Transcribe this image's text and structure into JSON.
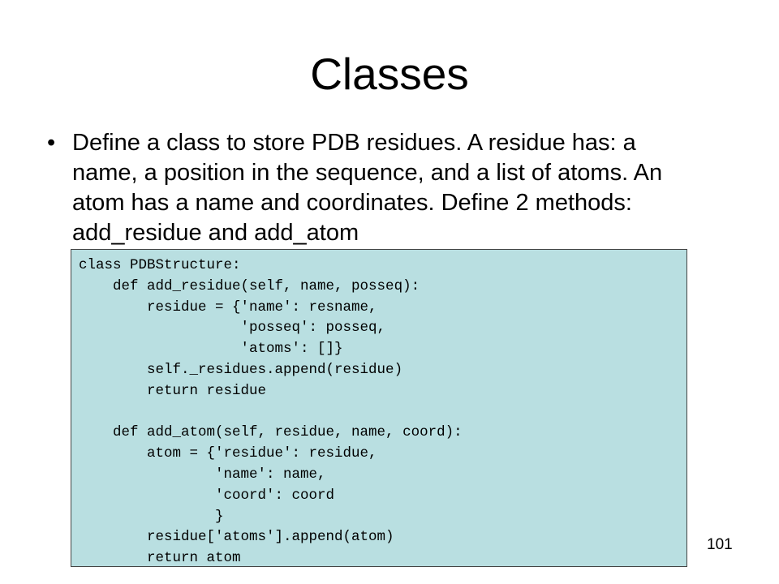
{
  "slide": {
    "title": "Classes",
    "bullet_symbol": "•",
    "bullet_text": "Define a class to store PDB residues. A residue has: a\nname, a position in the sequence, and a list of atoms. An\natom has a name and coordinates. Define 2 methods:\nadd_residue and add_atom",
    "page_number": "101"
  },
  "code": {
    "lines": [
      "class PDBStructure:",
      "    def add_residue(self, name, posseq):",
      "        residue = {'name': resname,",
      "                   'posseq': posseq,",
      "                   'atoms': []}",
      "        self._residues.append(residue)",
      "        return residue",
      "",
      "    def add_atom(self, residue, name, coord):",
      "        atom = {'residue': residue,",
      "                'name': name,",
      "                'coord': coord",
      "                }",
      "        residue['atoms'].append(atom)",
      "        return atom"
    ]
  }
}
